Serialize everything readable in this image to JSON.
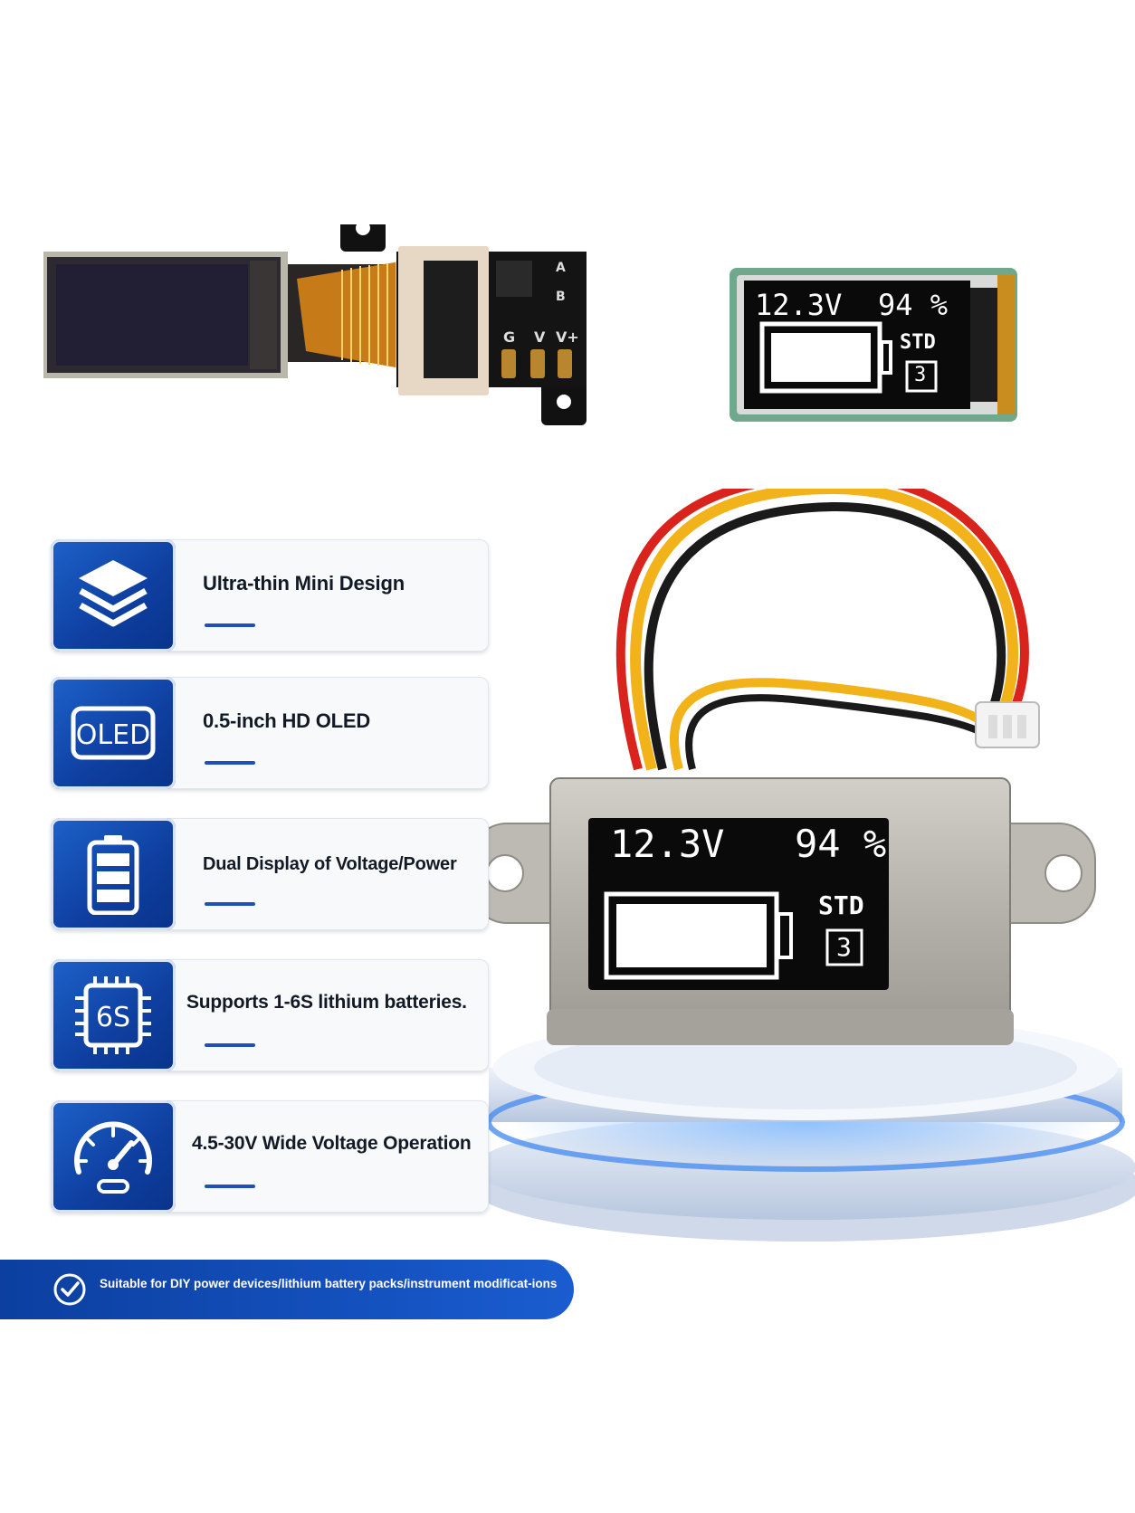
{
  "oled_display": {
    "voltage": "12.3V",
    "percent": "94 %",
    "mode": "STD",
    "cell_count": "3",
    "battery_fill_level": 0.94
  },
  "module_pcb": {
    "pad_labels": [
      "G",
      "V",
      "V+"
    ],
    "chip_labels": [
      "A",
      "B"
    ]
  },
  "features": [
    {
      "icon": "layers-icon",
      "label": "Ultra-thin Mini Design"
    },
    {
      "icon": "oled-badge-icon",
      "icon_text": "OLED",
      "label": "0.5-inch HD OLED"
    },
    {
      "icon": "battery-icon",
      "label": "Dual Display of Voltage/Power"
    },
    {
      "icon": "chip-icon",
      "icon_text": "6S",
      "label": "Supports 1-6S lithium batteries."
    },
    {
      "icon": "speedometer-icon",
      "label": "4.5-30V Wide Voltage Operation"
    }
  ],
  "banner": {
    "icon": "check-circle-icon",
    "text": "Suitable for DIY power devices/lithium battery packs/instrument modificat-ions"
  },
  "colors": {
    "brand_blue": "#1c52b8",
    "banner_blue": "#0c3f9f",
    "oled_bg": "#0a0a0a",
    "wire_red": "#d8241c",
    "wire_yellow": "#f2b21a",
    "wire_black": "#1a1a1a"
  }
}
